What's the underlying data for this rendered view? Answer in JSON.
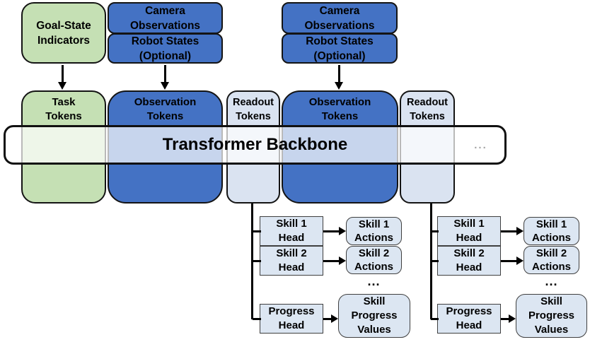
{
  "colors": {
    "green_fill": "#c5e0b4",
    "blue_fill": "#4472c4",
    "light_blue_fill": "#dae3f1",
    "panel_fill": "#dce6f2",
    "backbone_overlay": "rgba(255,255,255,0.70)",
    "outline_black": "#141414",
    "ellipsis_gray": "#a3a3a3"
  },
  "top_inputs": {
    "goal_state_label": "Goal-State\nIndicators",
    "camera_observations_label": "Camera\nObservations",
    "robot_states_label": "Robot States\n(Optional)"
  },
  "token_row": {
    "task_tokens_label": "Task\nTokens",
    "observation_tokens_label": "Observation\nTokens",
    "readout_tokens_label": "Readout\nTokens"
  },
  "backbone": {
    "label": "Transformer Backbone",
    "ellipsis": "..."
  },
  "heads": {
    "skill1_head_label": "Skill 1\nHead",
    "skill2_head_label": "Skill 2\nHead",
    "progress_head_label": "Progress\nHead",
    "skill1_actions_label": "Skill 1\nActions",
    "skill2_actions_label": "Skill 2\nActions",
    "more_skills_ellipsis": "...",
    "skill_progress_values_label": "Skill\nProgress\nValues"
  }
}
